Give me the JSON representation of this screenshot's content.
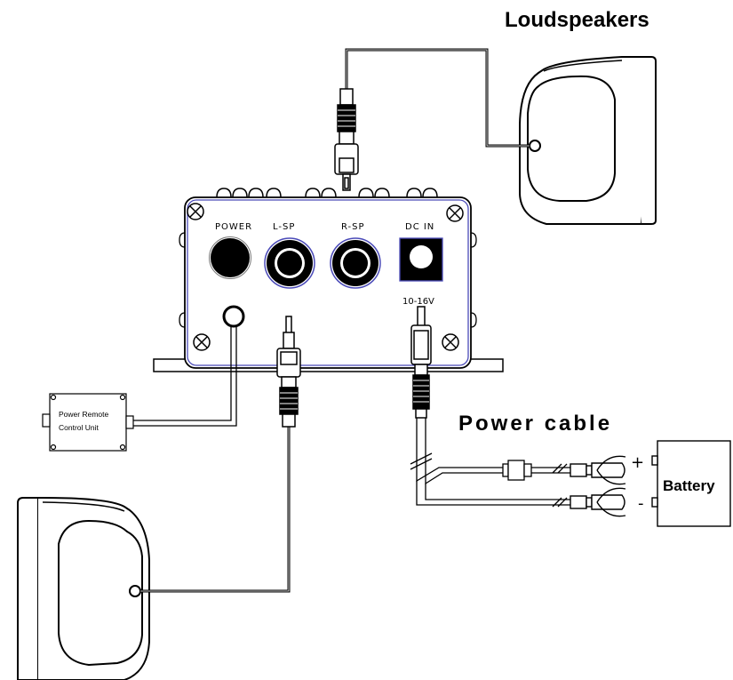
{
  "labels": {
    "loudspeakers": "Loudspeakers",
    "power_cable": "Power cable",
    "battery": "Battery",
    "plus": "+",
    "minus": "-",
    "remote_line1": "Power Remote",
    "remote_line2": "Control Unit"
  },
  "panel": {
    "power": "POWER",
    "left_speaker": "L-SP",
    "right_speaker": "R-SP",
    "dc_in": "DC IN",
    "voltage": "10-16V"
  },
  "colors": {
    "amp_outline": "#4a4ab8",
    "line": "#000000",
    "background": "#ffffff"
  }
}
